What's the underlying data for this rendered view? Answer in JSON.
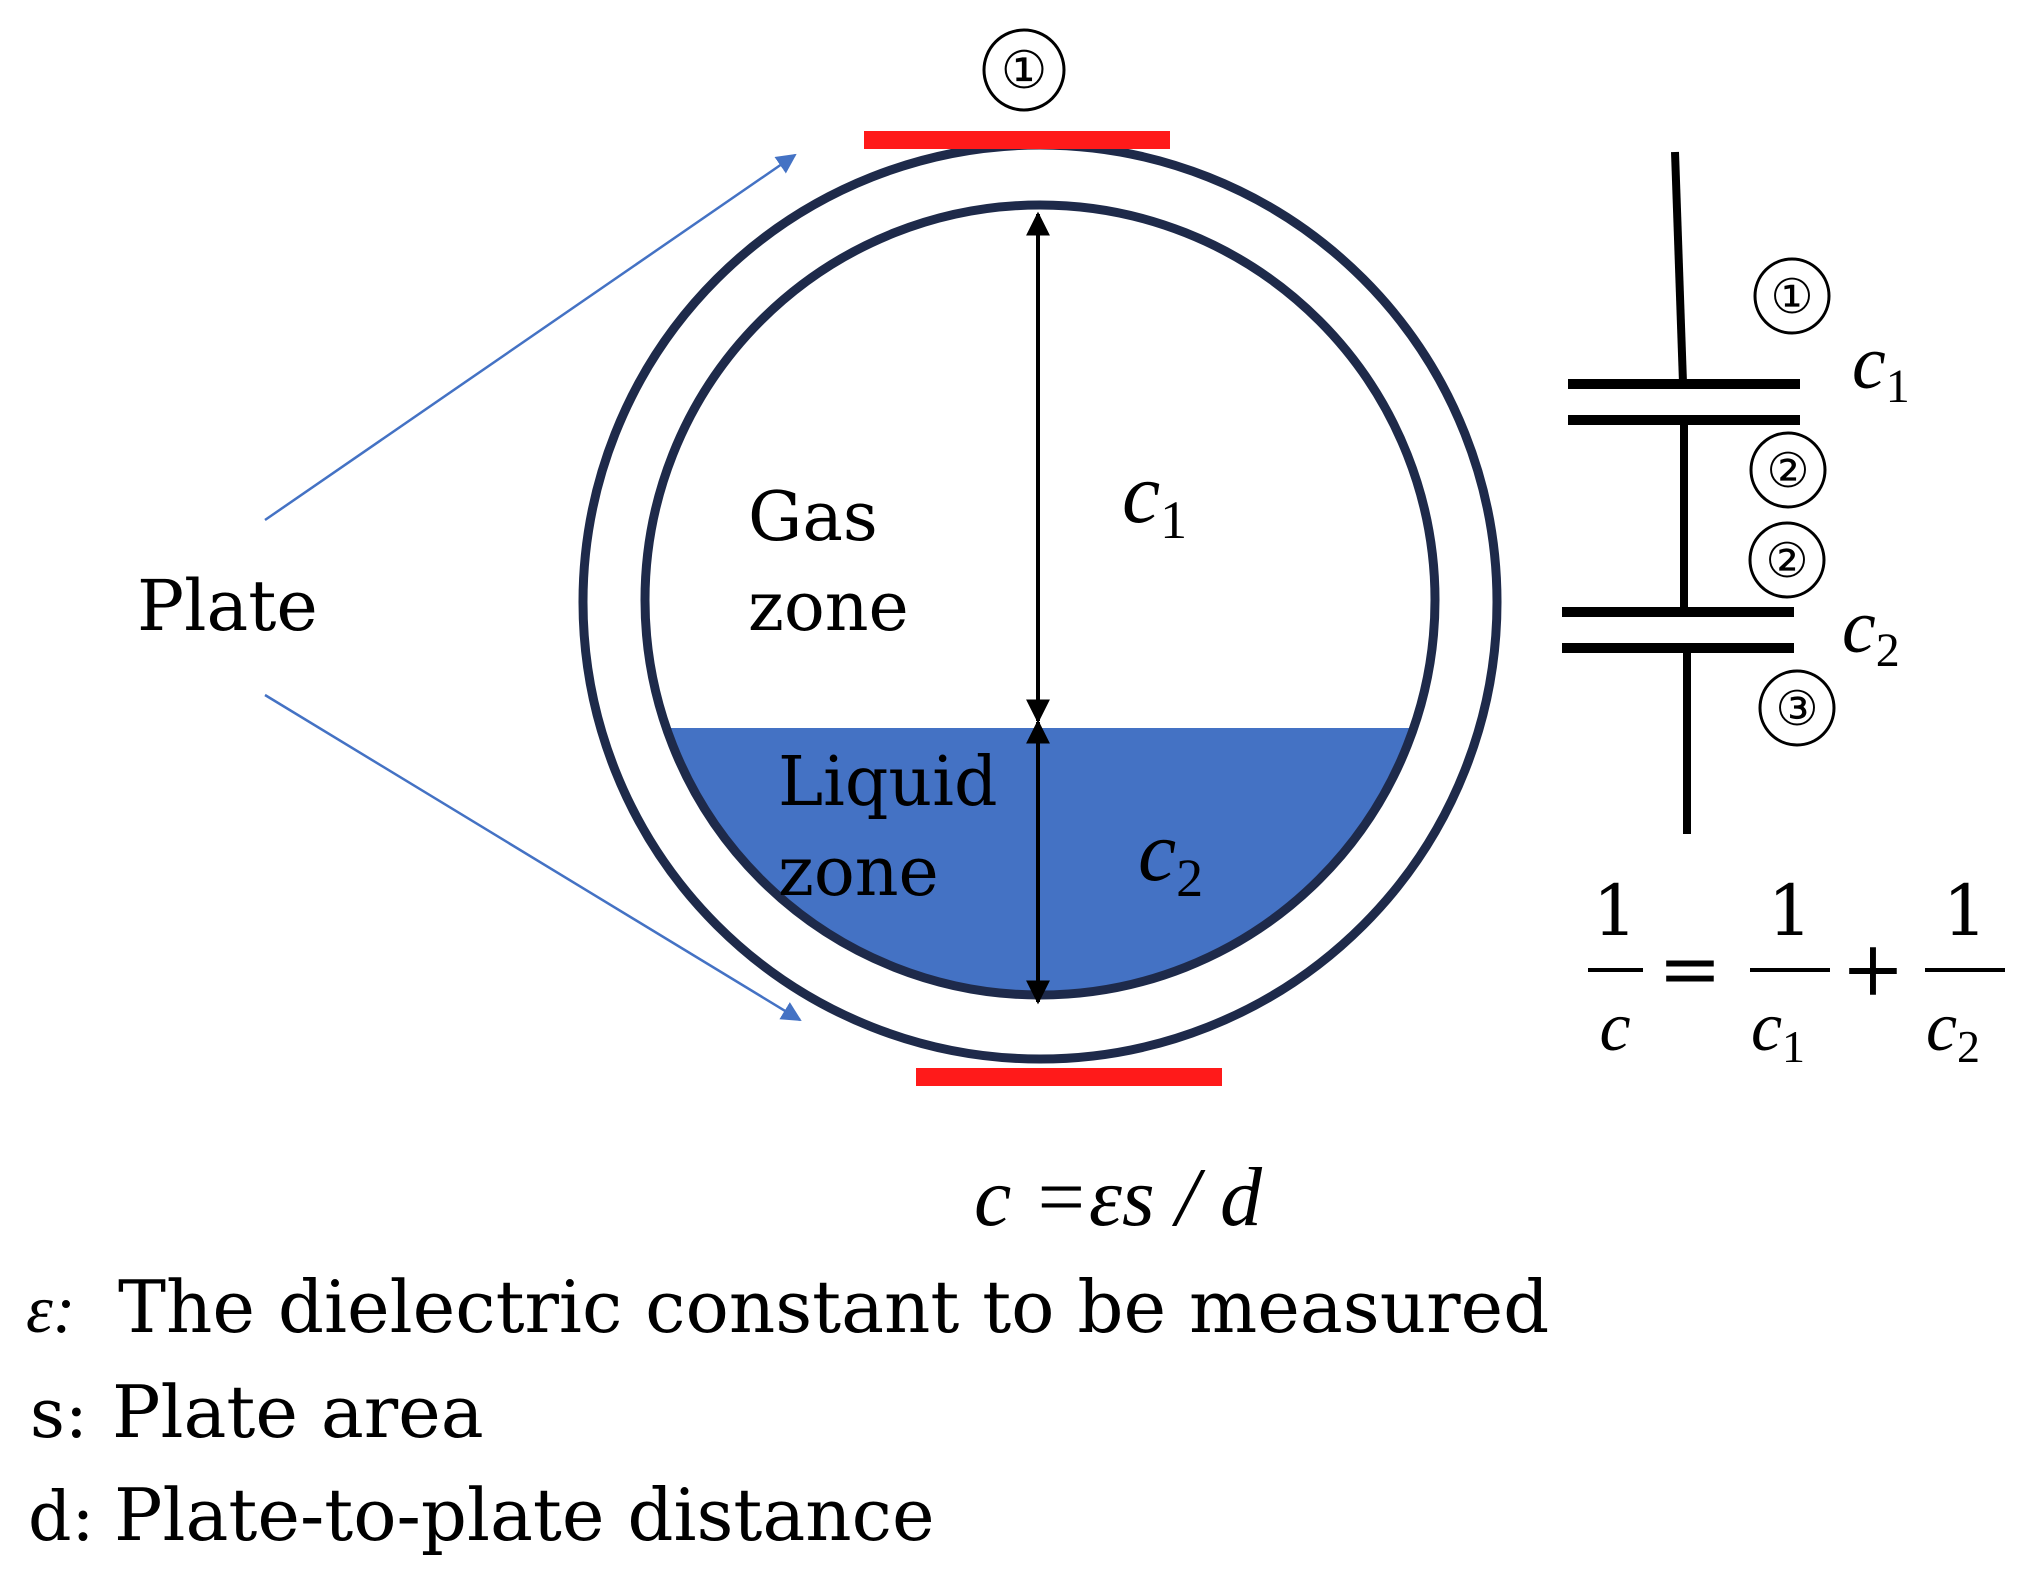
{
  "top_marker": "①",
  "left_label": "Plate",
  "zones": {
    "gas_line1": "Gas",
    "gas_line2": "zone",
    "liquid_line1": "Liquid",
    "liquid_line2": "zone"
  },
  "capacitance": {
    "c1_base": "c",
    "c1_sub": "1",
    "c2_base": "c",
    "c2_sub": "2"
  },
  "circuit": {
    "node1": "①",
    "node2a": "②",
    "node2b": "②",
    "node3": "③",
    "c1_base": "c",
    "c1_sub": "1",
    "c2_base": "c",
    "c2_sub": "2"
  },
  "series_formula": {
    "num": "1",
    "lhs_den": "c",
    "equals": "=",
    "plus": "+",
    "den1_base": "c",
    "den1_sub": "1",
    "den2_base": "c",
    "den2_sub": "2"
  },
  "main_formula": "c =εs / d",
  "legend": [
    {
      "symbol": "ε:",
      "text": "The dielectric constant to be measured"
    },
    {
      "symbol": "s:",
      "text": "Plate area"
    },
    {
      "symbol": "d:",
      "text": "Plate-to-plate distance"
    }
  ],
  "colors": {
    "plate": "#ff1a1a",
    "ring": "#1e2a4a",
    "liquid": "#4472c4",
    "arrow": "#4472c4",
    "ink": "#000000"
  }
}
